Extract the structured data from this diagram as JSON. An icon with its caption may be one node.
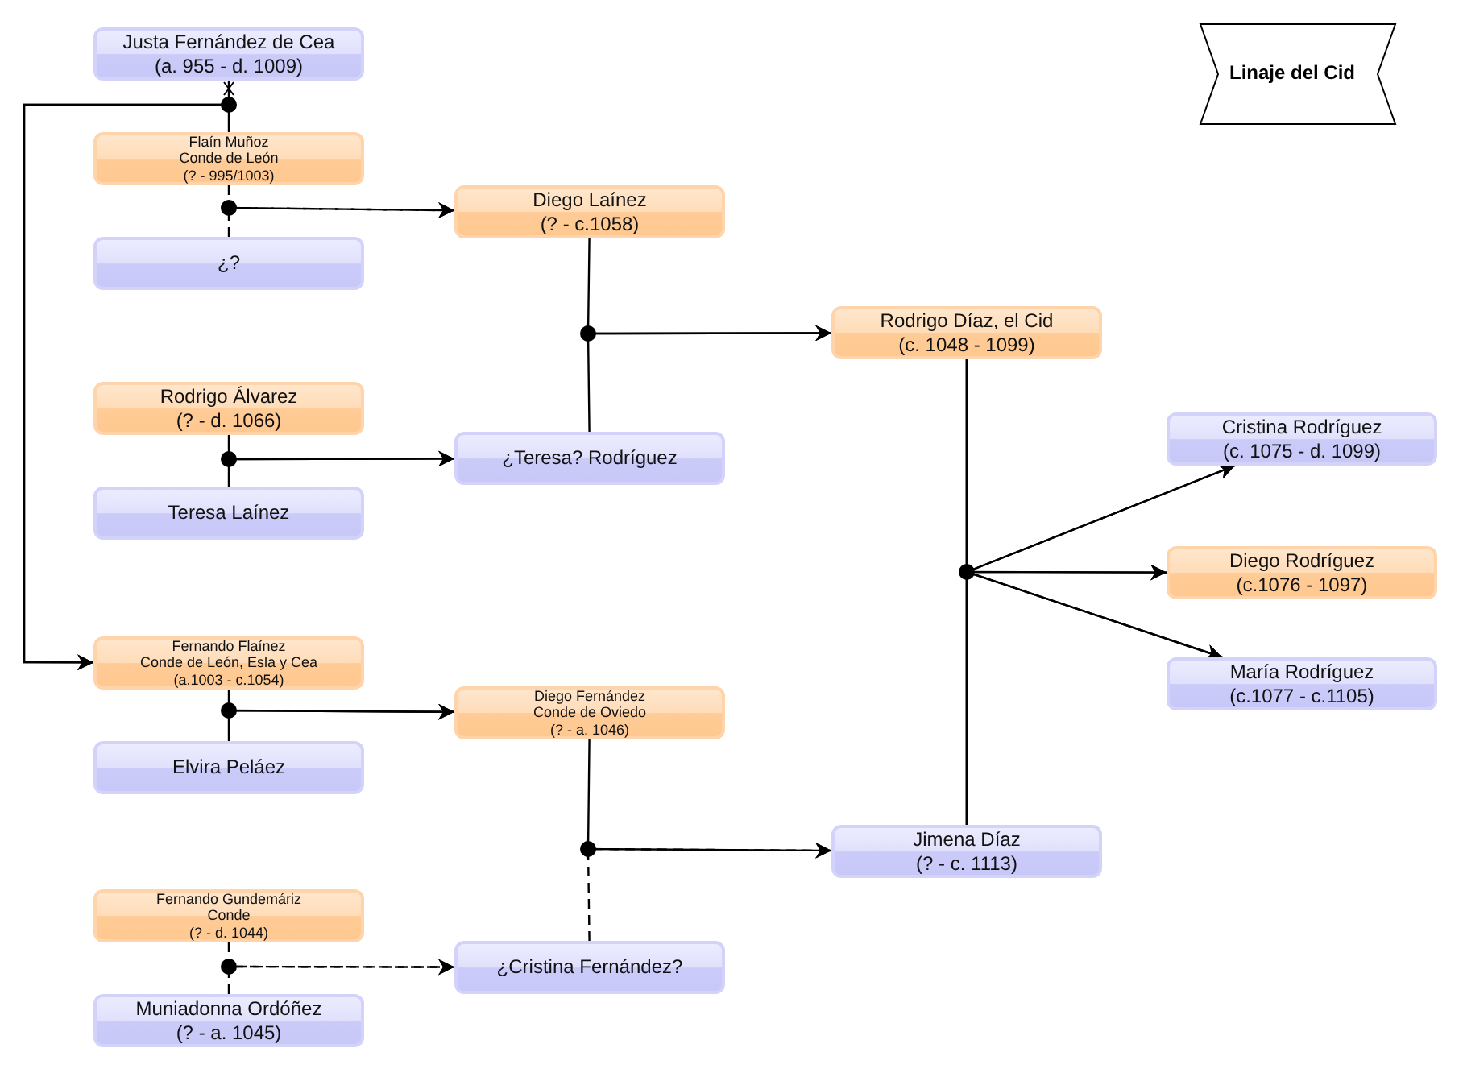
{
  "diagram": {
    "title": "Linaje del Cid",
    "nodes": [
      {
        "text": [
          "Justa Fernández de Cea",
          "(a. 955 - d. 1009)"
        ]
      },
      {
        "text": [
          "Flaín Muñoz",
          "Conde de León",
          "(? - 995/1003)"
        ]
      },
      {
        "text": [
          "¿?"
        ]
      },
      {
        "text": [
          "Diego Laínez",
          "(? - c.1058)"
        ]
      },
      {
        "text": [
          "Rodrigo Díaz, el Cid",
          "(c. 1048 - 1099)"
        ]
      },
      {
        "text": [
          "Rodrigo Álvarez",
          "(? - d. 1066)"
        ]
      },
      {
        "text": [
          "¿Teresa? Rodríguez"
        ]
      },
      {
        "text": [
          "Teresa Laínez"
        ]
      },
      {
        "text": [
          "Cristina Rodríguez",
          "(c. 1075 - d. 1099)"
        ]
      },
      {
        "text": [
          "Diego Rodríguez",
          "(c.1076 - 1097)"
        ]
      },
      {
        "text": [
          "Fernando Flaínez",
          "Conde de León, Esla y Cea",
          "(a.1003 - c.1054)"
        ]
      },
      {
        "text": [
          "Diego Fernández",
          "Conde de Oviedo",
          "(? - a. 1046)"
        ]
      },
      {
        "text": [
          "María Rodríguez",
          "(c.1077 - c.1105)"
        ]
      },
      {
        "text": [
          "Elvira Peláez"
        ]
      },
      {
        "text": [
          "Jimena Díaz",
          "(? - c. 1113)"
        ]
      },
      {
        "text": [
          "Fernando Gundemáriz",
          "Conde",
          "(? - d. 1044)"
        ]
      },
      {
        "text": [
          "¿Cristina Fernández?"
        ]
      },
      {
        "text": [
          "Muniadonna Ordóñez",
          "(? - a. 1045)"
        ]
      }
    ],
    "edges": [
      {
        "from": 0,
        "to": 10,
        "arrow": "to"
      },
      {
        "from": 1,
        "to": 10,
        "arrow": "to"
      },
      {
        "from": 1,
        "to": 3,
        "arrow": "to",
        "style": "dashed"
      },
      {
        "from": 2,
        "to": 3,
        "arrow": "to",
        "style": "dashed"
      },
      {
        "from": 3,
        "to": 4,
        "arrow": "to"
      },
      {
        "from": 6,
        "to": 4,
        "arrow": "to"
      },
      {
        "from": 5,
        "to": 6,
        "arrow": "to"
      },
      {
        "from": 7,
        "to": 6,
        "arrow": "to"
      },
      {
        "from": 10,
        "to": 11,
        "arrow": "to"
      },
      {
        "from": 13,
        "to": 11,
        "arrow": "to"
      },
      {
        "from": 11,
        "to": 14,
        "arrow": "to"
      },
      {
        "from": 16,
        "to": 14,
        "arrow": "to",
        "style": "dashed"
      },
      {
        "from": 4,
        "to": 8,
        "arrow": "to"
      },
      {
        "from": 4,
        "to": 9,
        "arrow": "to"
      },
      {
        "from": 4,
        "to": 12,
        "arrow": "to"
      },
      {
        "from": 14,
        "to": 8,
        "arrow": "to"
      },
      {
        "from": 14,
        "to": 9,
        "arrow": "to"
      },
      {
        "from": 14,
        "to": 12,
        "arrow": "to"
      },
      {
        "from": 15,
        "to": 16,
        "arrow": "to",
        "style": "dashed"
      },
      {
        "from": 17,
        "to": 16,
        "arrow": "to",
        "style": "dashed"
      }
    ]
  }
}
